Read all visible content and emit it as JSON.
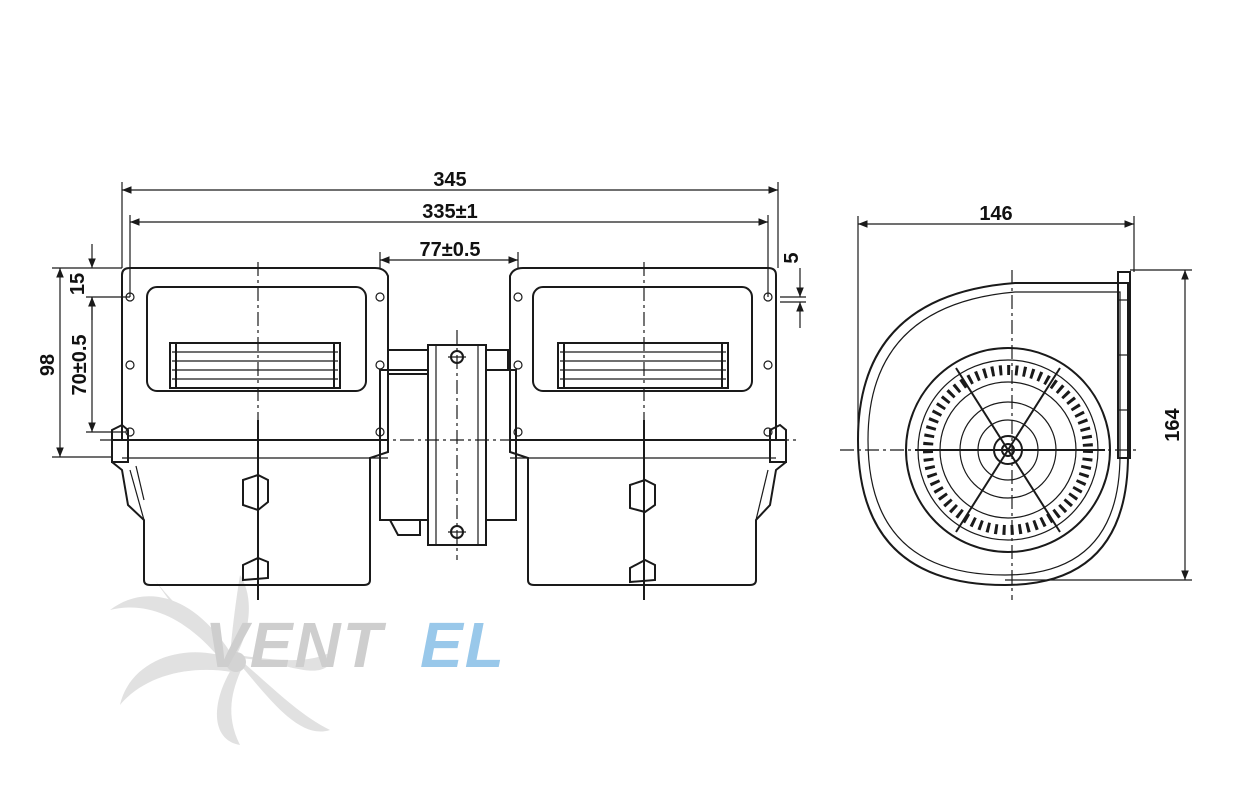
{
  "dimensions": {
    "overall_length": "345",
    "mount_span": "335±1",
    "center_flange": "77±0.5",
    "offset_right": "5",
    "top_offset": "15",
    "overall_height": "98",
    "hole_spacing": "70±0.5",
    "side_width": "146",
    "side_height": "164"
  },
  "watermark": {
    "brand_part1": "VENT",
    "brand_part2": "EL",
    "color_grey": "#c9c9c9",
    "color_blue": "#8fc3e8"
  }
}
